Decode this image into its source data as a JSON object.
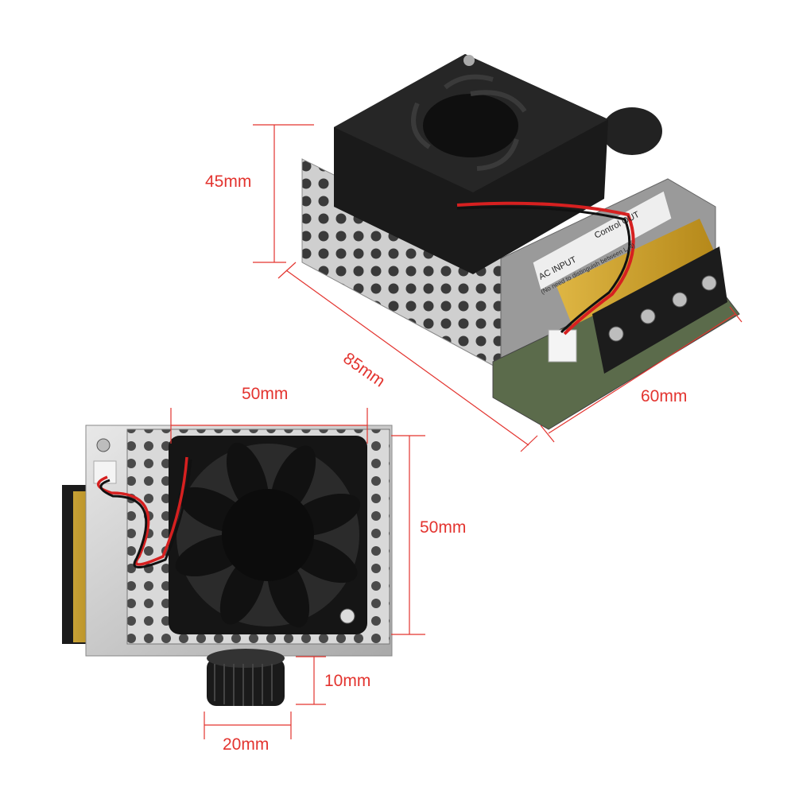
{
  "dimensions": {
    "top_height": "45mm",
    "top_length": "85mm",
    "top_width": "60mm",
    "front_width": "50mm",
    "front_height": "50mm",
    "knob_height": "10mm",
    "knob_width": "20mm"
  },
  "labels": {
    "ac_input": "AC INPUT",
    "control_out": "Control OUT",
    "note": "(No need to distinguish between L,N)"
  },
  "colors": {
    "dimension": "#e3342f",
    "fan": "#1a1a1a",
    "chassis": "#c9c9c9",
    "terminal_cover": "#d4a21a"
  }
}
